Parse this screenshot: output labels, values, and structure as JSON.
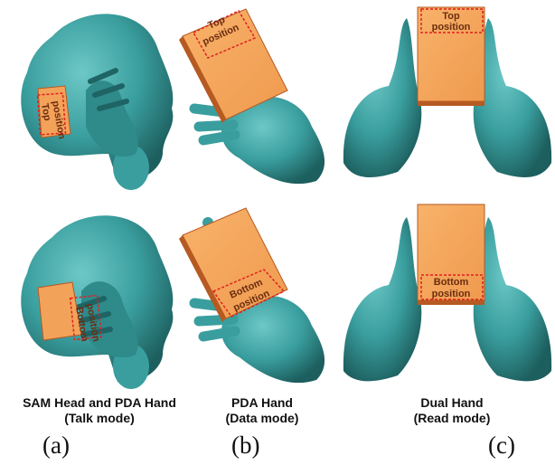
{
  "panels": [
    {
      "caption_line1": "SAM Head and PDA Hand",
      "caption_line2": "(Talk mode)",
      "label": "(a)",
      "top_tag": [
        "Top",
        "position"
      ],
      "bottom_tag": [
        "Bottom",
        "position"
      ]
    },
    {
      "caption_line1": "PDA Hand",
      "caption_line2": "(Data mode)",
      "label": "(b)",
      "top_tag": [
        "Top",
        "position"
      ],
      "bottom_tag": [
        "Bottom",
        "position"
      ]
    },
    {
      "caption_line1": "Dual Hand",
      "caption_line2": "(Read mode)",
      "label": "(c)",
      "top_tag": [
        "Top",
        "position"
      ],
      "bottom_tag": [
        "Bottom",
        "position"
      ]
    }
  ],
  "colors": {
    "model_teal": "#3a9e9e",
    "model_shadow": "#1f6464",
    "device_orange": "#f5a55a",
    "device_edge": "#b65a22",
    "marker_red": "#e02020"
  }
}
